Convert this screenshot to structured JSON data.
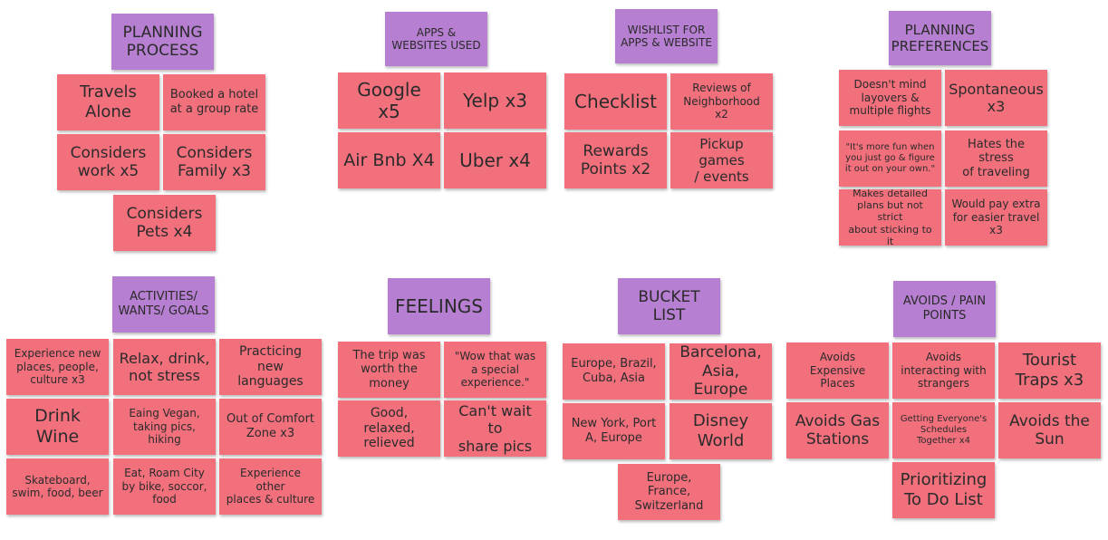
{
  "colors": {
    "note": "#f26f7c",
    "header": "#b67fd1",
    "background": "#ffffff"
  },
  "clusters": {
    "planning_process": {
      "header": "PLANNING\nPROCESS",
      "notes": [
        "Travels\nAlone",
        "Booked a hotel\nat a group rate",
        "Considers\nwork x5",
        "Considers\nFamily x3",
        "Considers\nPets x4"
      ]
    },
    "apps": {
      "header": "APPS &\nWEBSITES USED",
      "notes": [
        "Google x5",
        "Yelp x3",
        "Air Bnb X4",
        "Uber x4"
      ]
    },
    "wishlist": {
      "header": "WISHLIST FOR\nAPPS & WEBSITE",
      "notes": [
        "Checklist",
        "Reviews of\nNeighborhood\nx2",
        "Rewards\nPoints x2",
        "Pickup games\n/ events"
      ]
    },
    "preferences": {
      "header": "PLANNING\nPREFERENCES",
      "notes": [
        "Doesn't mind\nlayovers &\nmultiple flights",
        "Spontaneous\nx3",
        "\"It's more fun when\nyou just go & figure\nit out on your own.\"",
        "Hates the stress\nof traveling",
        "Makes detailed\nplans but not strict\nabout sticking to it",
        "Would pay extra\nfor easier travel\nx3"
      ]
    },
    "activities": {
      "header": "ACTIVITIES/\nWANTS/ GOALS",
      "notes": [
        "Experience new\nplaces, people,\nculture x3",
        "Relax, drink,\nnot stress",
        "Practicing new\nlanguages",
        "Drink Wine",
        "Eaing Vegan,\ntaking pics,\nhiking",
        "Out of Comfort\nZone x3",
        "Skateboard,\nswim, food, beer",
        "Eat, Roam City\nby bike, soccor,\nfood",
        "Experience other\nplaces  & culture"
      ]
    },
    "feelings": {
      "header": "FEELINGS",
      "notes": [
        "The trip was\nworth the money",
        "\"Wow that was\na special\nexperience.\"",
        "Good, relaxed,\nrelieved",
        "Can't wait to\nshare pics"
      ]
    },
    "bucket": {
      "header": "BUCKET\nLIST",
      "notes": [
        "Europe, Brazil,\nCuba, Asia",
        "Barcelona,\nAsia, Europe",
        "New York, Port\nA, Europe",
        "Disney\nWorld",
        "Europe, France,\nSwitzerland"
      ]
    },
    "avoids": {
      "header": "AVOIDS / PAIN\nPOINTS",
      "notes": [
        "Avoids Expensive\nPlaces",
        "Avoids\ninteracting with\nstrangers",
        "Tourist\nTraps x3",
        "Avoids Gas\nStations",
        "Getting Everyone's\nSchedules\nTogether x4",
        "Avoids the\nSun",
        "Prioritizing\nTo Do List"
      ]
    }
  }
}
